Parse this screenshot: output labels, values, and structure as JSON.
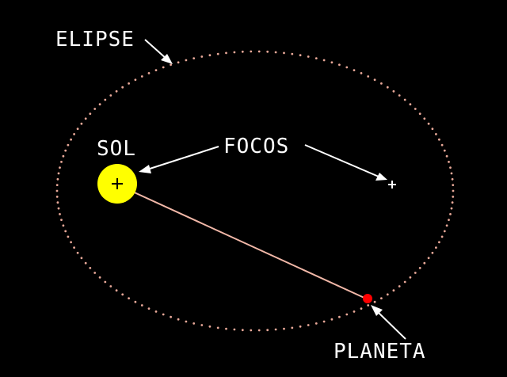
{
  "labels": {
    "ellipse": "ELIPSE",
    "sun": "SOL",
    "foci": "FOCOS",
    "planet": "PLANETA"
  },
  "colors": {
    "background": "#000000",
    "orbit": "#e8a898",
    "sun": "#ffff00",
    "planet": "#ff0000",
    "radius_line": "#f2b8a8",
    "text": "#ffffff"
  }
}
